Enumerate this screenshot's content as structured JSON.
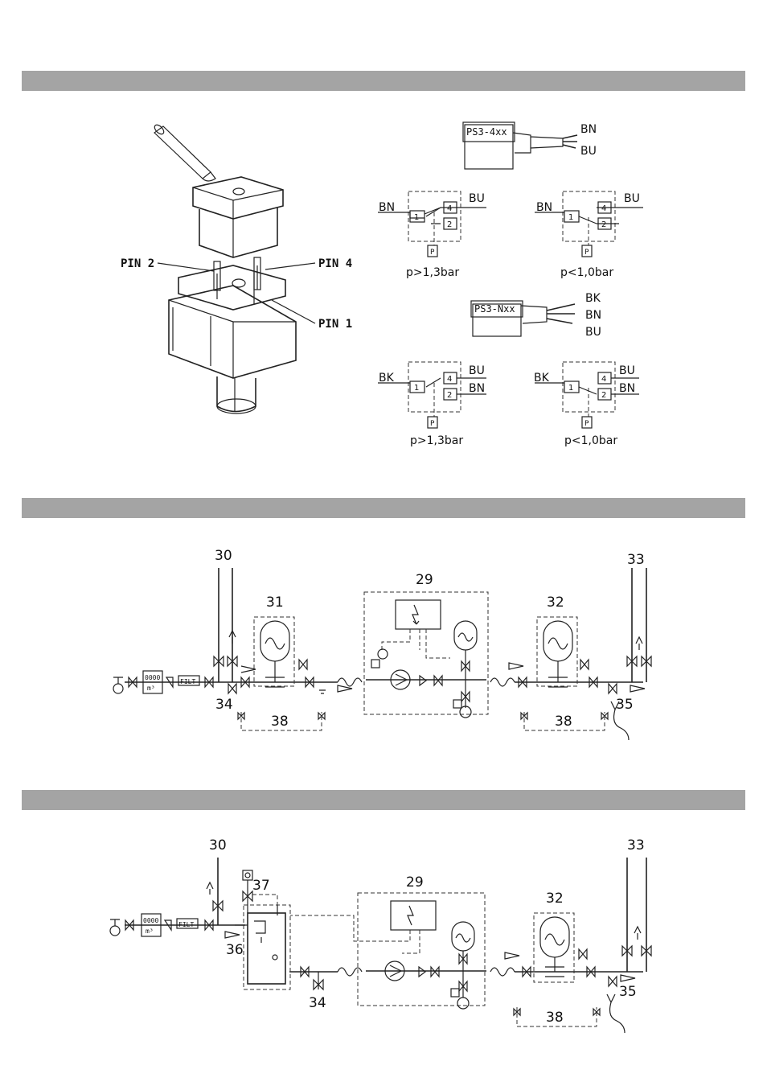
{
  "figure1": {
    "pin_labels": {
      "pin2": "PIN 2",
      "pin4": "PIN 4",
      "pin1": "PIN 1"
    },
    "connector_ps3_4xx": {
      "label": "PS3-4xx",
      "wires": [
        "BN",
        "BU"
      ]
    },
    "connector_ps3_nxx": {
      "label": "PS3-Nxx",
      "wires": [
        "BK",
        "BN",
        "BU"
      ]
    },
    "switch_diagrams": [
      {
        "left": "BN",
        "right_top": "BU",
        "right_bottom": "",
        "terminals": [
          "1",
          "4",
          "2"
        ],
        "p": "P",
        "caption": "p>1,3bar"
      },
      {
        "left": "BN",
        "right_top": "BU",
        "right_bottom": "",
        "terminals": [
          "1",
          "4",
          "2"
        ],
        "p": "P",
        "caption": "p<1,0bar"
      },
      {
        "left": "BK",
        "right_top": "BU",
        "right_bottom": "BN",
        "terminals": [
          "1",
          "4",
          "2"
        ],
        "p": "P",
        "caption": "p>1,3bar"
      },
      {
        "left": "BK",
        "right_top": "BU",
        "right_bottom": "BN",
        "terminals": [
          "1",
          "4",
          "2"
        ],
        "p": "P",
        "caption": "p<1,0bar"
      }
    ]
  },
  "figure2": {
    "numbers": {
      "n30": "30",
      "n31": "31",
      "n29": "29",
      "n32": "32",
      "n33": "33",
      "n34": "34",
      "n35": "35",
      "n38a": "38",
      "n38b": "38"
    },
    "meter": {
      "display": "0000",
      "unit": "m³"
    },
    "filter": "FILT"
  },
  "figure3": {
    "numbers": {
      "n30": "30",
      "n37": "37",
      "n29": "29",
      "n32": "32",
      "n33": "33",
      "n36": "36",
      "n34": "34",
      "n35": "35",
      "n38": "38"
    },
    "meter": {
      "display": "0000",
      "unit": "m³"
    },
    "filter": "FILT"
  }
}
